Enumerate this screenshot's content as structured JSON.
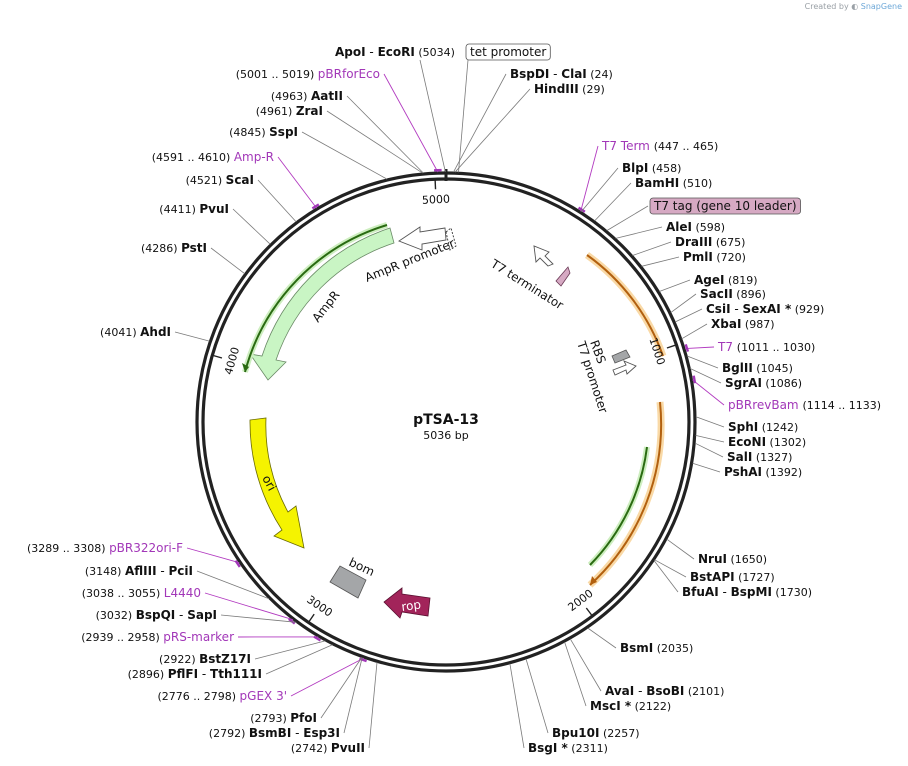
{
  "credit": {
    "prefix": "Created by",
    "brand": "SnapGene"
  },
  "plasmid": {
    "name": "pTSA-13",
    "length": "5036 bp",
    "bp": 5036
  },
  "colors": {
    "primer": "#a237b8",
    "backbone": "#222222",
    "ampr": "#c9f5c4",
    "ori": "#f5f300",
    "rop": "#a2245a",
    "bom": "#a4a6a8",
    "orange": "#f3a445",
    "t7tag": "#d6a9c3"
  },
  "ticks": [
    {
      "bp": 1000,
      "label": "1000"
    },
    {
      "bp": 2000,
      "label": "2000"
    },
    {
      "bp": 3000,
      "label": "3000"
    },
    {
      "bp": 4000,
      "label": "4000"
    },
    {
      "bp": 5000,
      "label": "5000"
    }
  ],
  "labels": [
    {
      "id": "apoi",
      "names": [
        "ApoI",
        "EcoRI"
      ],
      "pos": "(5034)",
      "bp": 5034
    },
    {
      "id": "tet",
      "box": "tet promoter",
      "bp": 40
    },
    {
      "id": "bspdi",
      "names": [
        "BspDI",
        "ClaI"
      ],
      "pos": "(24)",
      "bp": 24
    },
    {
      "id": "hindiii",
      "names": [
        "HindIII"
      ],
      "pos": "(29)",
      "bp": 29
    },
    {
      "id": "pbrforeco",
      "primer": "pBRforEco",
      "pos": "(5001 .. 5019)",
      "bp": 5010
    },
    {
      "id": "aatii",
      "names": [
        "AatII"
      ],
      "pos": "(4963)",
      "bp": 4963
    },
    {
      "id": "zrai",
      "names": [
        "ZraI"
      ],
      "pos": "(4961)",
      "bp": 4961
    },
    {
      "id": "sspi",
      "names": [
        "SspI"
      ],
      "pos": "(4845)",
      "bp": 4845
    },
    {
      "id": "ampr-p",
      "primer": "Amp-R",
      "pos": "(4591 .. 4610)",
      "bp": 4600
    },
    {
      "id": "scai",
      "names": [
        "ScaI"
      ],
      "pos": "(4521)",
      "bp": 4521
    },
    {
      "id": "pvui",
      "names": [
        "PvuI"
      ],
      "pos": "(4411)",
      "bp": 4411
    },
    {
      "id": "psti",
      "names": [
        "PstI"
      ],
      "pos": "(4286)",
      "bp": 4286
    },
    {
      "id": "ahdi",
      "names": [
        "AhdI"
      ],
      "pos": "(4041)",
      "bp": 4041
    },
    {
      "id": "t7term",
      "primer": "T7 Term",
      "pos": "(447 .. 465)",
      "bp": 456
    },
    {
      "id": "blpi",
      "names": [
        "BlpI"
      ],
      "pos": "(458)",
      "bp": 458
    },
    {
      "id": "bamhi",
      "names": [
        "BamHI"
      ],
      "pos": "(510)",
      "bp": 510
    },
    {
      "id": "t7tag",
      "box": "T7 tag (gene 10 leader)",
      "bp": 560
    },
    {
      "id": "alei",
      "names": [
        "AleI"
      ],
      "pos": "(598)",
      "bp": 598
    },
    {
      "id": "draiii",
      "names": [
        "DraIII"
      ],
      "pos": "(675)",
      "bp": 675
    },
    {
      "id": "pmli",
      "names": [
        "PmlI"
      ],
      "pos": "(720)",
      "bp": 720
    },
    {
      "id": "agei",
      "names": [
        "AgeI"
      ],
      "pos": "(819)",
      "bp": 819
    },
    {
      "id": "sacii",
      "names": [
        "SacII"
      ],
      "pos": "(896)",
      "bp": 896
    },
    {
      "id": "csii",
      "names": [
        "CsiI",
        "SexAI *"
      ],
      "pos": "(929)",
      "bp": 929
    },
    {
      "id": "xbai",
      "names": [
        "XbaI"
      ],
      "pos": "(987)",
      "bp": 987
    },
    {
      "id": "t7",
      "primer": "T7",
      "pos": "(1011 .. 1030)",
      "bp": 1020
    },
    {
      "id": "bglii",
      "names": [
        "BglII"
      ],
      "pos": "(1045)",
      "bp": 1045
    },
    {
      "id": "sgrai",
      "names": [
        "SgrAI"
      ],
      "pos": "(1086)",
      "bp": 1086
    },
    {
      "id": "pbrrevbam",
      "primer": "pBRrevBam",
      "pos": "(1114 .. 1133)",
      "bp": 1123
    },
    {
      "id": "sphi",
      "names": [
        "SphI"
      ],
      "pos": "(1242)",
      "bp": 1242
    },
    {
      "id": "econi",
      "names": [
        "EcoNI"
      ],
      "pos": "(1302)",
      "bp": 1302
    },
    {
      "id": "sali",
      "names": [
        "SalI"
      ],
      "pos": "(1327)",
      "bp": 1327
    },
    {
      "id": "pshai",
      "names": [
        "PshAI"
      ],
      "pos": "(1392)",
      "bp": 1392
    },
    {
      "id": "nrui",
      "names": [
        "NruI"
      ],
      "pos": "(1650)",
      "bp": 1650
    },
    {
      "id": "bstapi",
      "names": [
        "BstAPI"
      ],
      "pos": "(1727)",
      "bp": 1727
    },
    {
      "id": "bfuai",
      "names": [
        "BfuAI",
        "BspMI"
      ],
      "pos": "(1730)",
      "bp": 1730
    },
    {
      "id": "bsmi",
      "names": [
        "BsmI"
      ],
      "pos": "(2035)",
      "bp": 2035
    },
    {
      "id": "avai",
      "names": [
        "AvaI",
        "BsoBI"
      ],
      "pos": "(2101)",
      "bp": 2101
    },
    {
      "id": "msci",
      "names": [
        "MscI *"
      ],
      "pos": "(2122)",
      "bp": 2122
    },
    {
      "id": "bpu10i",
      "names": [
        "Bpu10I"
      ],
      "pos": "(2257)",
      "bp": 2257
    },
    {
      "id": "bsgi",
      "names": [
        "BsgI *"
      ],
      "pos": "(2311)",
      "bp": 2311
    },
    {
      "id": "pbr322ori",
      "primer": "pBR322ori-F",
      "pos": "(3289 .. 3308)",
      "bp": 3298
    },
    {
      "id": "afliii",
      "names": [
        "AflIII",
        "PciI"
      ],
      "pos": "(3148)",
      "bp": 3148
    },
    {
      "id": "l4440",
      "primer": "L4440",
      "pos": "(3038 .. 3055)",
      "bp": 3046
    },
    {
      "id": "bspqi",
      "names": [
        "BspQI",
        "SapI"
      ],
      "pos": "(3032)",
      "bp": 3032
    },
    {
      "id": "prsmarker",
      "primer": "pRS-marker",
      "pos": "(2939 .. 2958)",
      "bp": 2948
    },
    {
      "id": "bstz17i",
      "names": [
        "BstZ17I"
      ],
      "pos": "(2922)",
      "bp": 2922
    },
    {
      "id": "pflfi",
      "names": [
        "PflFI",
        "Tth111I"
      ],
      "pos": "(2896)",
      "bp": 2896
    },
    {
      "id": "pgex3",
      "primer": "pGEX 3'",
      "pos": "(2776 .. 2798)",
      "bp": 2787
    },
    {
      "id": "pfoi",
      "names": [
        "PfoI"
      ],
      "pos": "(2793)",
      "bp": 2793
    },
    {
      "id": "bsmbi",
      "names": [
        "BsmBI",
        "Esp3I"
      ],
      "pos": "(2792)",
      "bp": 2792
    },
    {
      "id": "pvuii",
      "names": [
        "PvuII"
      ],
      "pos": "(2742)",
      "bp": 2742
    }
  ],
  "features": {
    "ampr": "AmpR",
    "ampr_promoter": "AmpR promoter",
    "t7_terminator": "T7 terminator",
    "rbs": "RBS",
    "t7_promoter": "T7 promoter",
    "ori": "ori",
    "bom": "bom",
    "rop": "rop"
  }
}
